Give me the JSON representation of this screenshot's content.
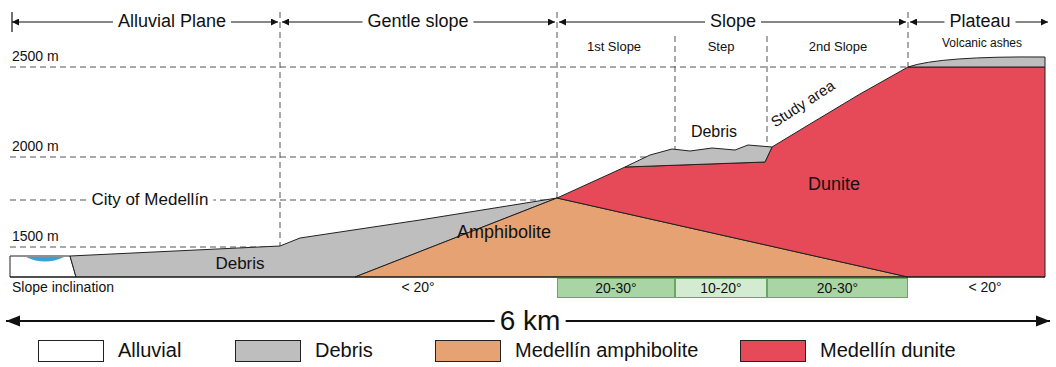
{
  "diagram": {
    "nodes": [
      {
        "text": [
          "20-30°"
        ]
      },
      {
        "text": [
          "10-20°"
        ]
      },
      {
        "text": [
          "20-30°"
        ]
      }
    ],
    "labels": [
      "Alluvial Plane",
      "Gentle slope",
      "Slope",
      "Plateau",
      "1st Slope",
      "Step",
      "2nd Slope",
      "Volcanic ashes",
      "2500 m",
      "2000 m",
      "1500 m",
      "City of Medellín",
      "Study area",
      "Debris",
      "Dunite",
      "Amphibolite",
      "Debris",
      "Slope inclination",
      "< 20°",
      "< 20°",
      "6 km"
    ],
    "legend": [
      {
        "text": "Alluvial",
        "color": "#ffffff"
      },
      {
        "text": "Debris",
        "color": "#bebebe"
      },
      {
        "text": "Medellín amphibolite",
        "color": "#e6a273"
      },
      {
        "text": "Medellín dunite",
        "color": "#e64a58"
      }
    ]
  }
}
